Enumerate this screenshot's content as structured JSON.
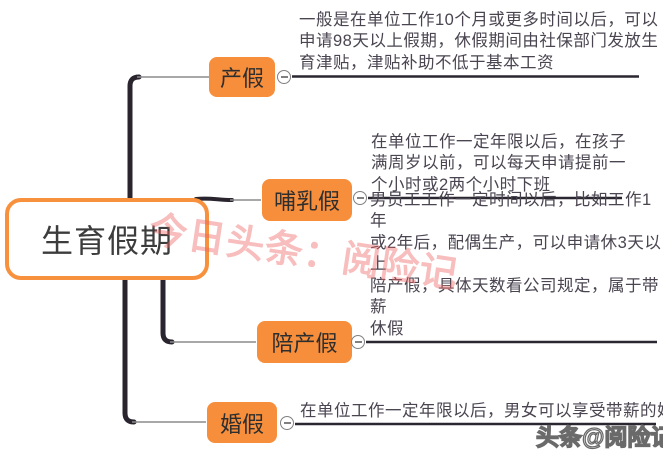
{
  "root": {
    "label": "生育假期"
  },
  "branches": [
    {
      "id": "maternity-leave",
      "label": "产假",
      "description": "一般是在单位工作10个月或更多时间以后，可以\n申请98天以上假期，休假期间由社保部门发放生\n育津贴，津贴补助不低于基本工资"
    },
    {
      "id": "nursing-leave",
      "label": "哺乳假",
      "description": "在单位工作一定年限以后，在孩子\n满周岁以前，可以每天申请提前一\n个小时或2两个小时下班"
    },
    {
      "id": "paternity-leave",
      "label": "陪产假",
      "description": "男员工工作一定时间以后，比如工作1年\n或2年后，配偶生产，可以申请休3天以上\n陪产假，具体天数看公司规定，属于带薪\n休假"
    },
    {
      "id": "marriage-leave",
      "label": "婚假",
      "description": "在单位工作一定年限以后，男女可以享受带薪的婚假。"
    }
  ],
  "watermarks": {
    "center": "今日头条：阅险记",
    "corner": "头条@阅险记"
  },
  "colors": {
    "node_orange": "#F78E3B",
    "root_border_orange": "#F7913D",
    "branch_line_dark": "#29242E",
    "connector_gray": "#8C8C8C",
    "description_text": "#4A4550",
    "watermark_pink": "#EE6161",
    "background": "#FFFFFF"
  }
}
